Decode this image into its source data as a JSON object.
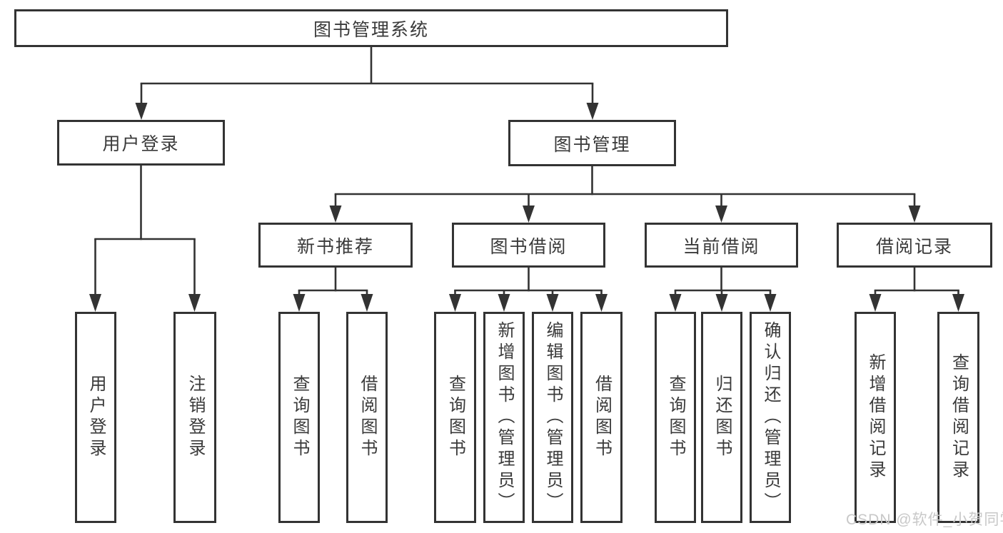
{
  "tree": {
    "root": {
      "label": "图书管理系统"
    },
    "level2": [
      {
        "id": "user-login",
        "label": "用户登录",
        "children": [
          {
            "label": "用户登录"
          },
          {
            "label": "注销登录"
          }
        ]
      },
      {
        "id": "book-management",
        "label": "图书管理",
        "children": [
          {
            "label": "新书推荐",
            "children": [
              {
                "label": "查询图书"
              },
              {
                "label": "借阅图书"
              }
            ]
          },
          {
            "label": "图书借阅",
            "children": [
              {
                "label": "查询图书"
              },
              {
                "label": "新增图书（管理员）"
              },
              {
                "label": "编辑图书（管理员）"
              },
              {
                "label": "借阅图书"
              }
            ]
          },
          {
            "label": "当前借阅",
            "children": [
              {
                "label": "查询图书"
              },
              {
                "label": "归还图书"
              },
              {
                "label": "确认归还（管理员）"
              }
            ]
          },
          {
            "label": "借阅记录",
            "children": [
              {
                "label": "新增借阅记录"
              },
              {
                "label": "查询借阅记录"
              }
            ]
          }
        ]
      }
    ]
  },
  "watermark": {
    "text": "CSDN @软件_小贺同学",
    "color": "#c8c8c8"
  },
  "colors": {
    "line": "#333333",
    "box_border": "#333333",
    "box_bg": "#ffffff",
    "text": "#3a3a3a"
  }
}
